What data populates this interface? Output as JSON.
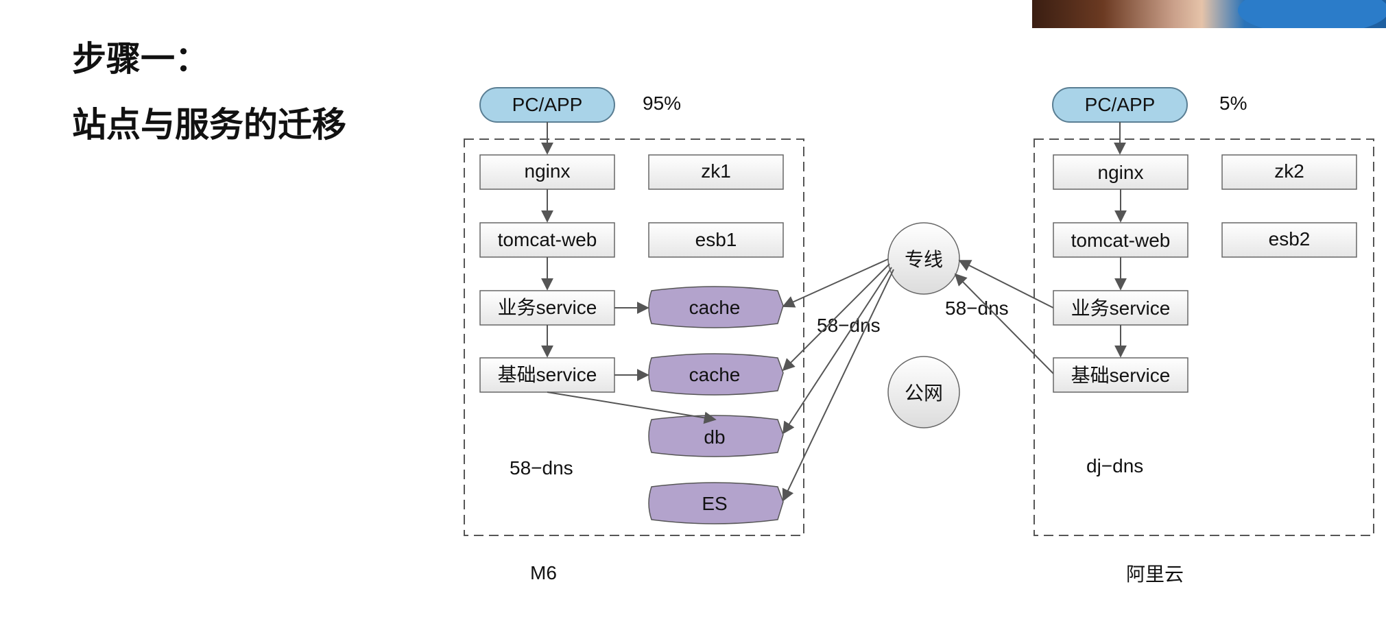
{
  "slide": {
    "title_line1": "步骤一：",
    "title_line2": "站点与服务的迁移"
  },
  "webcam": {
    "present": true
  },
  "diagram": {
    "left": {
      "client": "PC/APP",
      "traffic": "95%",
      "nginx": "nginx",
      "tomcat": "tomcat-web",
      "biz_service": "业务service",
      "base_service": "基础service",
      "zk": "zk1",
      "esb": "esb1",
      "cache1": "cache",
      "cache2": "cache",
      "db": "db",
      "es": "ES",
      "dns": "58−dns",
      "name": "M6"
    },
    "middle": {
      "line": "专线",
      "public_net": "公网",
      "dns_left": "58−dns",
      "dns_right": "58−dns"
    },
    "right": {
      "client": "PC/APP",
      "traffic": "5%",
      "nginx": "nginx",
      "tomcat": "tomcat-web",
      "biz_service": "业务service",
      "base_service": "基础service",
      "zk": "zk2",
      "esb": "esb2",
      "dns": "dj−dns",
      "name": "阿里云"
    },
    "colors": {
      "client_fill": "#a9d3e8",
      "storage_fill": "#b3a3cc",
      "box_fill": "#f2f2f2",
      "line": "#555555"
    }
  }
}
